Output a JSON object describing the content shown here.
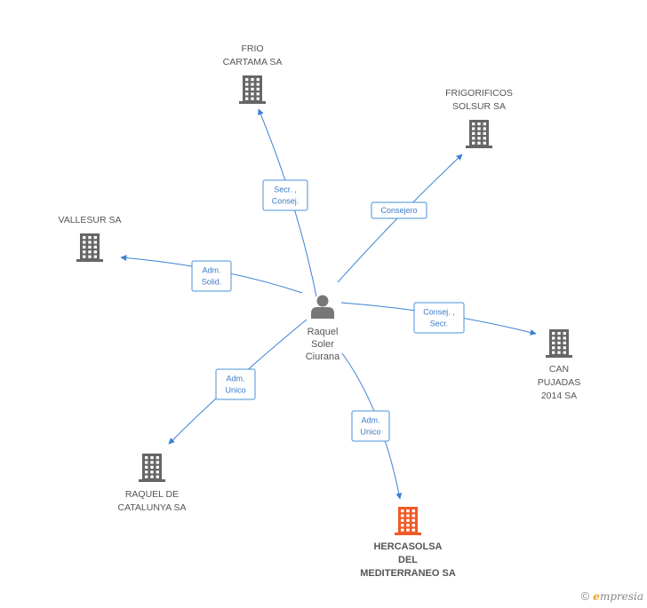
{
  "center": {
    "lines": [
      "Raquel",
      "Soler",
      "Ciurana"
    ],
    "icon": "person-icon"
  },
  "companies": [
    {
      "id": "frio",
      "lines": [
        "FRIO",
        "CARTAMA SA"
      ],
      "color": "#666666",
      "main": false
    },
    {
      "id": "frigorificos",
      "lines": [
        "FRIGORIFICOS",
        "SOLSUR SA"
      ],
      "color": "#666666",
      "main": false
    },
    {
      "id": "vallesur",
      "lines": [
        "VALLESUR SA"
      ],
      "color": "#666666",
      "main": false
    },
    {
      "id": "can",
      "lines": [
        "CAN",
        "PUJADAS",
        "2014 SA"
      ],
      "color": "#666666",
      "main": false
    },
    {
      "id": "raquel-cat",
      "lines": [
        "RAQUEL DE",
        "CATALUNYA SA"
      ],
      "color": "#666666",
      "main": false
    },
    {
      "id": "hercasolsa",
      "lines": [
        "HERCASOLSA",
        "DEL",
        "MEDITERRANEO SA"
      ],
      "color": "#f05a28",
      "main": true
    }
  ],
  "edges": [
    {
      "target": "frio",
      "lines": [
        "Secr. ,",
        "Consej."
      ]
    },
    {
      "target": "frigorificos",
      "lines": [
        "Consejero"
      ]
    },
    {
      "target": "vallesur",
      "lines": [
        "Adm.",
        "Solid."
      ]
    },
    {
      "target": "can",
      "lines": [
        "Consej. ,",
        "Secr."
      ]
    },
    {
      "target": "raquel-cat",
      "lines": [
        "Adm.",
        "Unico"
      ]
    },
    {
      "target": "hercasolsa",
      "lines": [
        "Adm.",
        "Unico"
      ]
    }
  ],
  "footer": {
    "copyright": "©",
    "brand_initial": "e",
    "brand_rest": "mpresia"
  }
}
